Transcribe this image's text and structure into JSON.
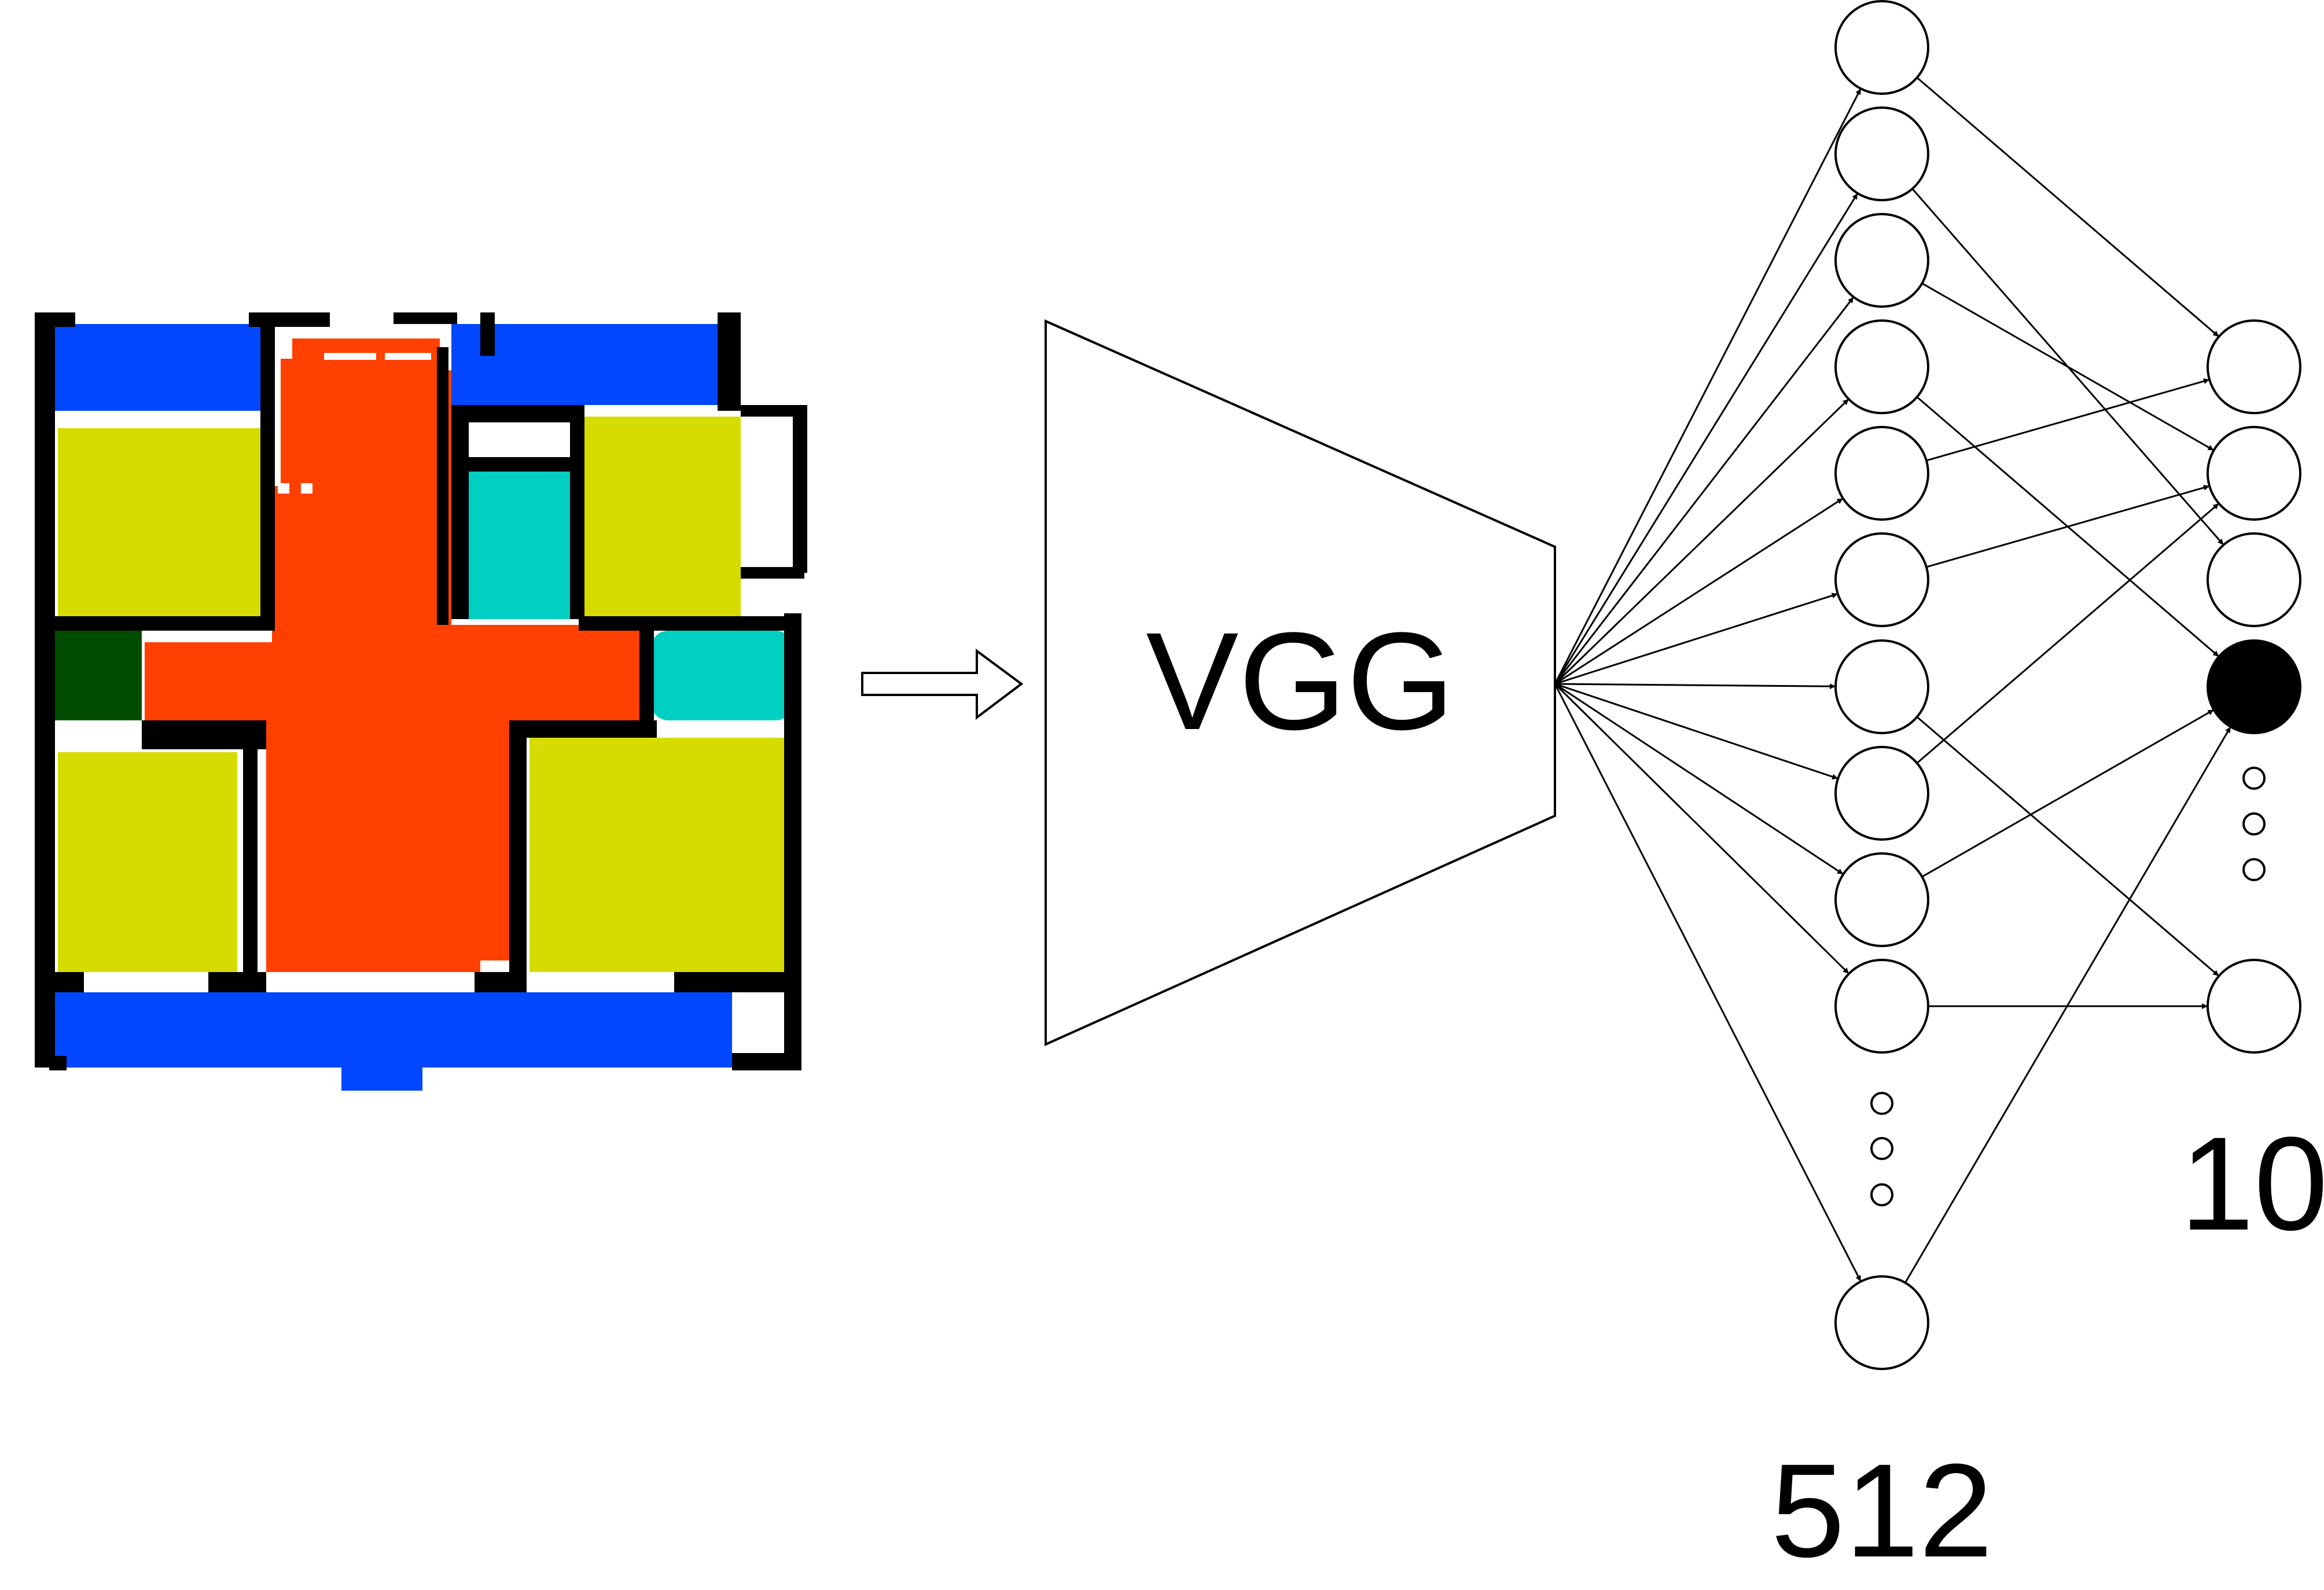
{
  "model": {
    "label": "VGG"
  },
  "layers": {
    "hidden": {
      "label": "512"
    },
    "output": {
      "label": "10"
    }
  },
  "colors": {
    "wall": "#000000",
    "balcony": "#0047FF",
    "living": "#FF4000",
    "bedroom": "#D6DC00",
    "bathroom": "#00CFC1",
    "storage": "#004D00",
    "activated_neuron": "#000000",
    "line": "#000000"
  }
}
